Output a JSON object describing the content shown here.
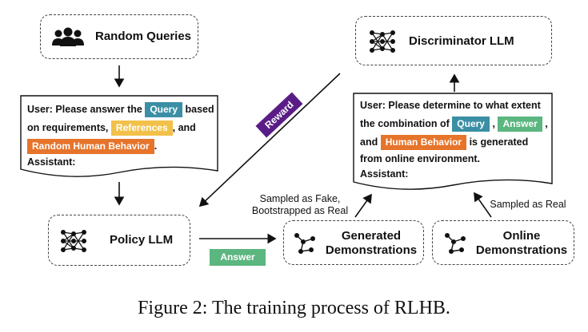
{
  "nodes": {
    "random_queries": "Random Queries",
    "discriminator": "Discriminator LLM",
    "policy": "Policy LLM",
    "generated": "Generated\nDemonstrations",
    "online": "Online\nDemonstrations"
  },
  "policy_prompt": {
    "line1_a": "User: Please answer the",
    "query_tag": "Query",
    "line1_b": "based",
    "line2_a": "on requirements,",
    "references_tag": "References",
    "line2_b": ", and",
    "behavior_tag": "Random Human Behavior",
    "line3_b": ".",
    "assistant": "Assistant:"
  },
  "disc_prompt": {
    "line1": "User: Please determine to what extent",
    "line2_a": "the combination of",
    "query_tag": "Query",
    "comma1": ",",
    "answer_tag": "Answer",
    "comma2": ",",
    "line3_a": "and",
    "behavior_tag": "Human Behavior",
    "line3_b": "is generated",
    "line4": "from online environment.",
    "assistant": "Assistant:"
  },
  "edge_labels": {
    "reward": "Reward",
    "answer": "Answer",
    "fake": "Sampled as Fake,\nBootstrapped as Real",
    "real": "Sampled as Real"
  },
  "caption": "Figure 2: The training process of RLHB.",
  "colors": {
    "query": "#3a8fa5",
    "references": "#f2c14a",
    "behavior": "#e6742b",
    "answer": "#5bb67f",
    "reward": "#5a1d86"
  },
  "icons": {
    "users": "users-icon",
    "network": "neural-network-icon",
    "graph": "graph-icon"
  }
}
